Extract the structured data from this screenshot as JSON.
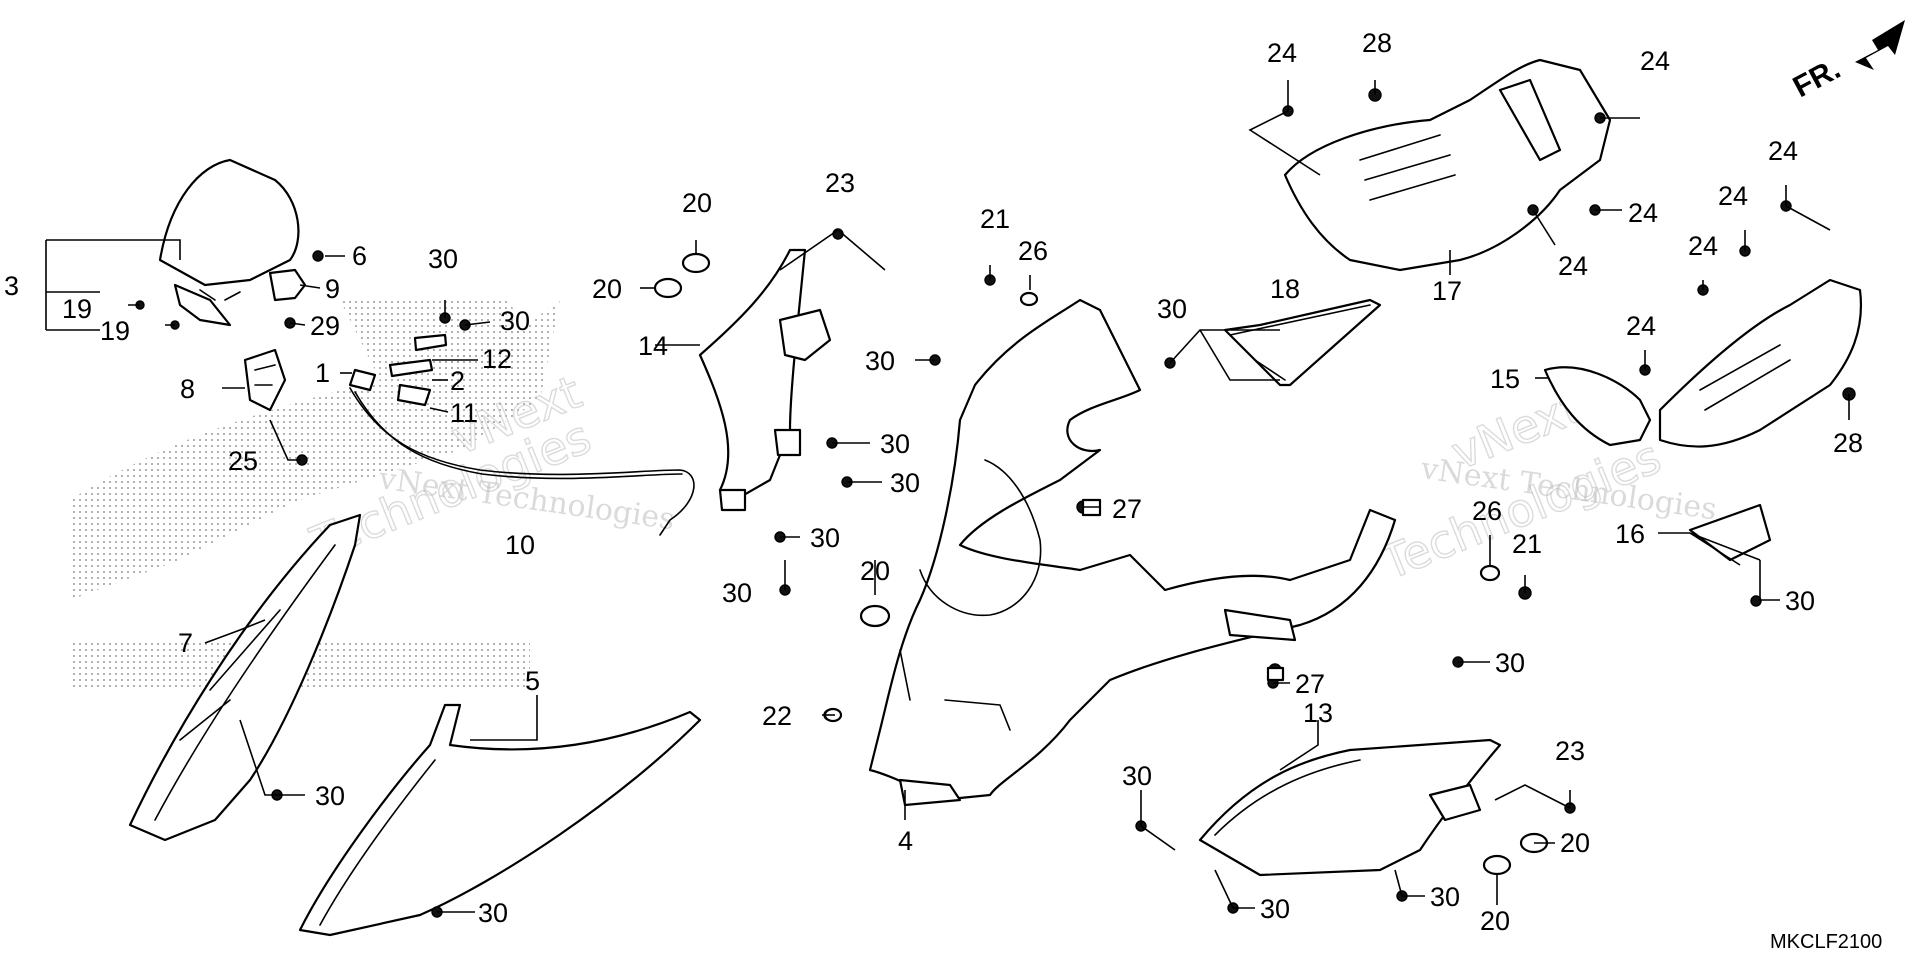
{
  "watermark": {
    "text_left": "vNext Technologies",
    "text_right": "vNext Technologies",
    "big_left_1": "vNext",
    "big_left_2": "Technologies",
    "big_right_1": "vNext",
    "big_right_2": "Technologies"
  },
  "direction_indicator": "FR.",
  "drawing_code": "MKCLF2100",
  "callouts": [
    {
      "id": "c-3",
      "text": "3"
    },
    {
      "id": "c-19a",
      "text": "19"
    },
    {
      "id": "c-19b",
      "text": "19"
    },
    {
      "id": "c-6",
      "text": "6"
    },
    {
      "id": "c-9",
      "text": "9"
    },
    {
      "id": "c-29",
      "text": "29"
    },
    {
      "id": "c-8",
      "text": "8"
    },
    {
      "id": "c-25",
      "text": "25"
    },
    {
      "id": "c-30-a",
      "text": "30"
    },
    {
      "id": "c-30-b",
      "text": "30"
    },
    {
      "id": "c-12",
      "text": "12"
    },
    {
      "id": "c-1",
      "text": "1"
    },
    {
      "id": "c-2",
      "text": "2"
    },
    {
      "id": "c-11",
      "text": "11"
    },
    {
      "id": "c-10",
      "text": "10"
    },
    {
      "id": "c-7",
      "text": "7"
    },
    {
      "id": "c-30-c",
      "text": "30"
    },
    {
      "id": "c-5",
      "text": "5"
    },
    {
      "id": "c-30-d",
      "text": "30"
    },
    {
      "id": "c-20-a",
      "text": "20"
    },
    {
      "id": "c-20-b",
      "text": "20"
    },
    {
      "id": "c-23-a",
      "text": "23"
    },
    {
      "id": "c-14",
      "text": "14"
    },
    {
      "id": "c-30-e",
      "text": "30"
    },
    {
      "id": "c-30-f",
      "text": "30"
    },
    {
      "id": "c-30-g",
      "text": "30"
    },
    {
      "id": "c-30-h",
      "text": "30"
    },
    {
      "id": "c-30-i",
      "text": "30"
    },
    {
      "id": "c-21-a",
      "text": "21"
    },
    {
      "id": "c-26-a",
      "text": "26"
    },
    {
      "id": "c-27-a",
      "text": "27"
    },
    {
      "id": "c-20-c",
      "text": "20"
    },
    {
      "id": "c-22",
      "text": "22"
    },
    {
      "id": "c-4",
      "text": "4"
    },
    {
      "id": "c-30-j",
      "text": "30"
    },
    {
      "id": "c-18",
      "text": "18"
    },
    {
      "id": "c-24-a",
      "text": "24"
    },
    {
      "id": "c-28-a",
      "text": "28"
    },
    {
      "id": "c-24-b",
      "text": "24"
    },
    {
      "id": "c-24-c",
      "text": "24"
    },
    {
      "id": "c-24-d",
      "text": "24"
    },
    {
      "id": "c-17",
      "text": "17"
    },
    {
      "id": "c-24-e",
      "text": "24"
    },
    {
      "id": "c-24-f",
      "text": "24"
    },
    {
      "id": "c-24-g",
      "text": "24"
    },
    {
      "id": "c-24-h",
      "text": "24"
    },
    {
      "id": "c-15",
      "text": "15"
    },
    {
      "id": "c-28-b",
      "text": "28"
    },
    {
      "id": "c-26-b",
      "text": "26"
    },
    {
      "id": "c-21-b",
      "text": "21"
    },
    {
      "id": "c-16",
      "text": "16"
    },
    {
      "id": "c-30-k",
      "text": "30"
    },
    {
      "id": "c-30-l",
      "text": "30"
    },
    {
      "id": "c-27-b",
      "text": "27"
    },
    {
      "id": "c-13",
      "text": "13"
    },
    {
      "id": "c-30-m",
      "text": "30"
    },
    {
      "id": "c-23-b",
      "text": "23"
    },
    {
      "id": "c-20-d",
      "text": "20"
    },
    {
      "id": "c-20-e",
      "text": "20"
    },
    {
      "id": "c-30-n",
      "text": "30"
    },
    {
      "id": "c-30-o",
      "text": "30"
    }
  ]
}
